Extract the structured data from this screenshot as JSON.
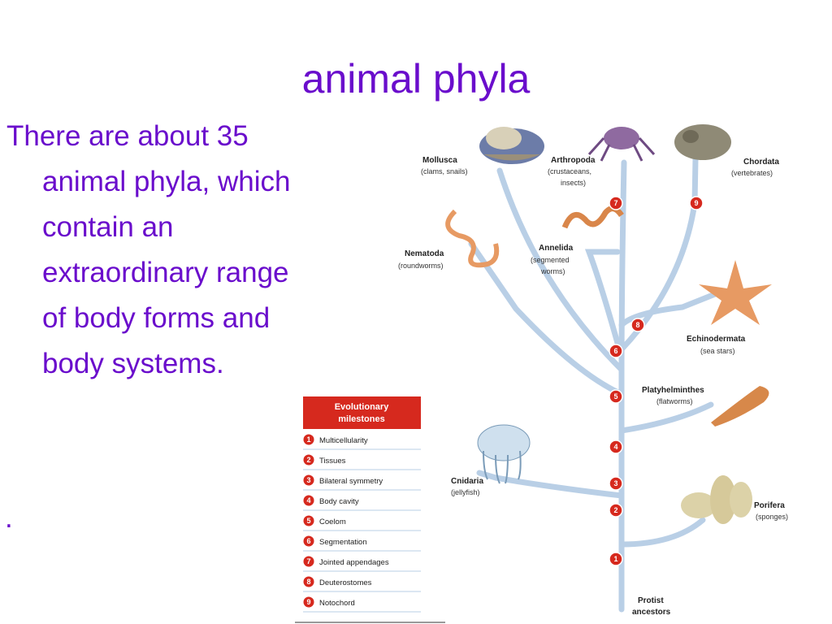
{
  "title": "animal phyla",
  "bullet": "There are about 35 animal phyla, which contain an extraordinary range of body forms and body systems.",
  "bullet2": ".",
  "tree": {
    "phyla": [
      {
        "name": "Mollusca",
        "common": "(clams, snails)"
      },
      {
        "name": "Arthropoda",
        "common": "(crustaceans,",
        "common2": "insects)"
      },
      {
        "name": "Chordata",
        "common": "(vertebrates)"
      },
      {
        "name": "Nematoda",
        "common": "(roundworms)"
      },
      {
        "name": "Annelida",
        "common": "(segmented",
        "common2": "worms)"
      },
      {
        "name": "Echinodermata",
        "common": "(sea stars)"
      },
      {
        "name": "Platyhelminthes",
        "common": "(flatworms)"
      },
      {
        "name": "Cnidaria",
        "common": "(jellyfish)"
      },
      {
        "name": "Porifera",
        "common": "(sponges)"
      },
      {
        "name": "Protist",
        "common": "ancestors"
      }
    ],
    "milestones_title": [
      "Evolutionary",
      "milestones"
    ],
    "milestones": [
      {
        "n": "1",
        "label": "Multicellularity"
      },
      {
        "n": "2",
        "label": "Tissues"
      },
      {
        "n": "3",
        "label": "Bilateral symmetry"
      },
      {
        "n": "4",
        "label": "Body cavity"
      },
      {
        "n": "5",
        "label": "Coelom"
      },
      {
        "n": "6",
        "label": "Segmentation"
      },
      {
        "n": "7",
        "label": "Jointed appendages"
      },
      {
        "n": "8",
        "label": "Deuterostomes"
      },
      {
        "n": "9",
        "label": "Notochord"
      }
    ]
  },
  "colors": {
    "title": "#6a0dcc",
    "branch": "#b9cfe6",
    "marker": "#d6291e",
    "header": "#d6291e"
  }
}
